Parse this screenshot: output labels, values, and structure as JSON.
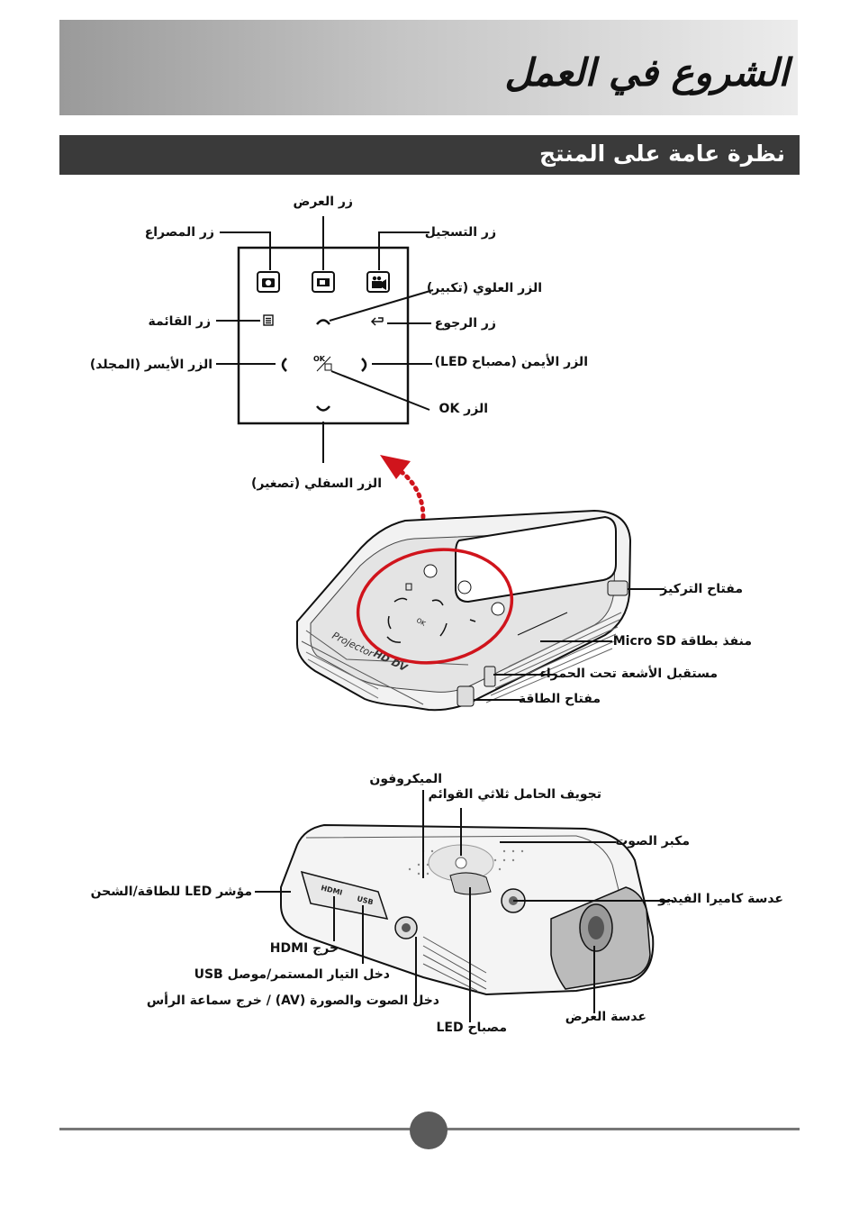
{
  "header": {
    "page_title": "الشروع في العمل",
    "section_title": "نظرة عامة على المنتج"
  },
  "button_panel": {
    "labels": {
      "display_button": "زر العرض",
      "shutter_button": "زر المصراع",
      "record_button": "زر التسجيل",
      "up_button": "الزر العلوي (تكبير)",
      "menu_button": "زر القائمة",
      "back_button": "زر الرجوع",
      "left_button": "الزر الأيسر (المجلد)",
      "right_button": "الزر الأيمن (مصباح LED)",
      "ok_button": "الزر OK",
      "down_button": "الزر السفلي (تصغير)"
    },
    "ok_glyph": "OK"
  },
  "top_view": {
    "device_texts": {
      "projector": "Projector",
      "hd_dv": "HD DV"
    },
    "labels": {
      "focus_switch": "مفتاح التركيز",
      "micro_sd_slot": "منفذ بطاقة Micro SD",
      "ir_receiver": "مستقبل الأشعة تحت الحمراء",
      "power_switch": "مفتاح الطاقة"
    }
  },
  "bottom_view": {
    "labels": {
      "microphone": "الميكروفون",
      "tripod_mount": "تجويف الحامل ثلاثي القوائم",
      "speaker": "مكبر الصوت",
      "charging_led": "مؤشر LED للطاقة/الشحن",
      "video_lens": "عدسة كاميرا الفيديو",
      "hdmi_out": "خرج HDMI",
      "usb_dc_in": "دخل التيار المستمر/موصل USB",
      "av_in": "دخل الصوت والصورة (AV) / خرج سماعة الرأس",
      "projection_lens": "عدسة العرض",
      "led_light": "مصباح LED"
    },
    "port_texts": {
      "hdmi": "HDMI",
      "usb": "USB"
    }
  },
  "colors": {
    "accent_red": "#d0141c",
    "section_bar": "#3a3a3a",
    "footer_dot": "#5a5a5a"
  }
}
